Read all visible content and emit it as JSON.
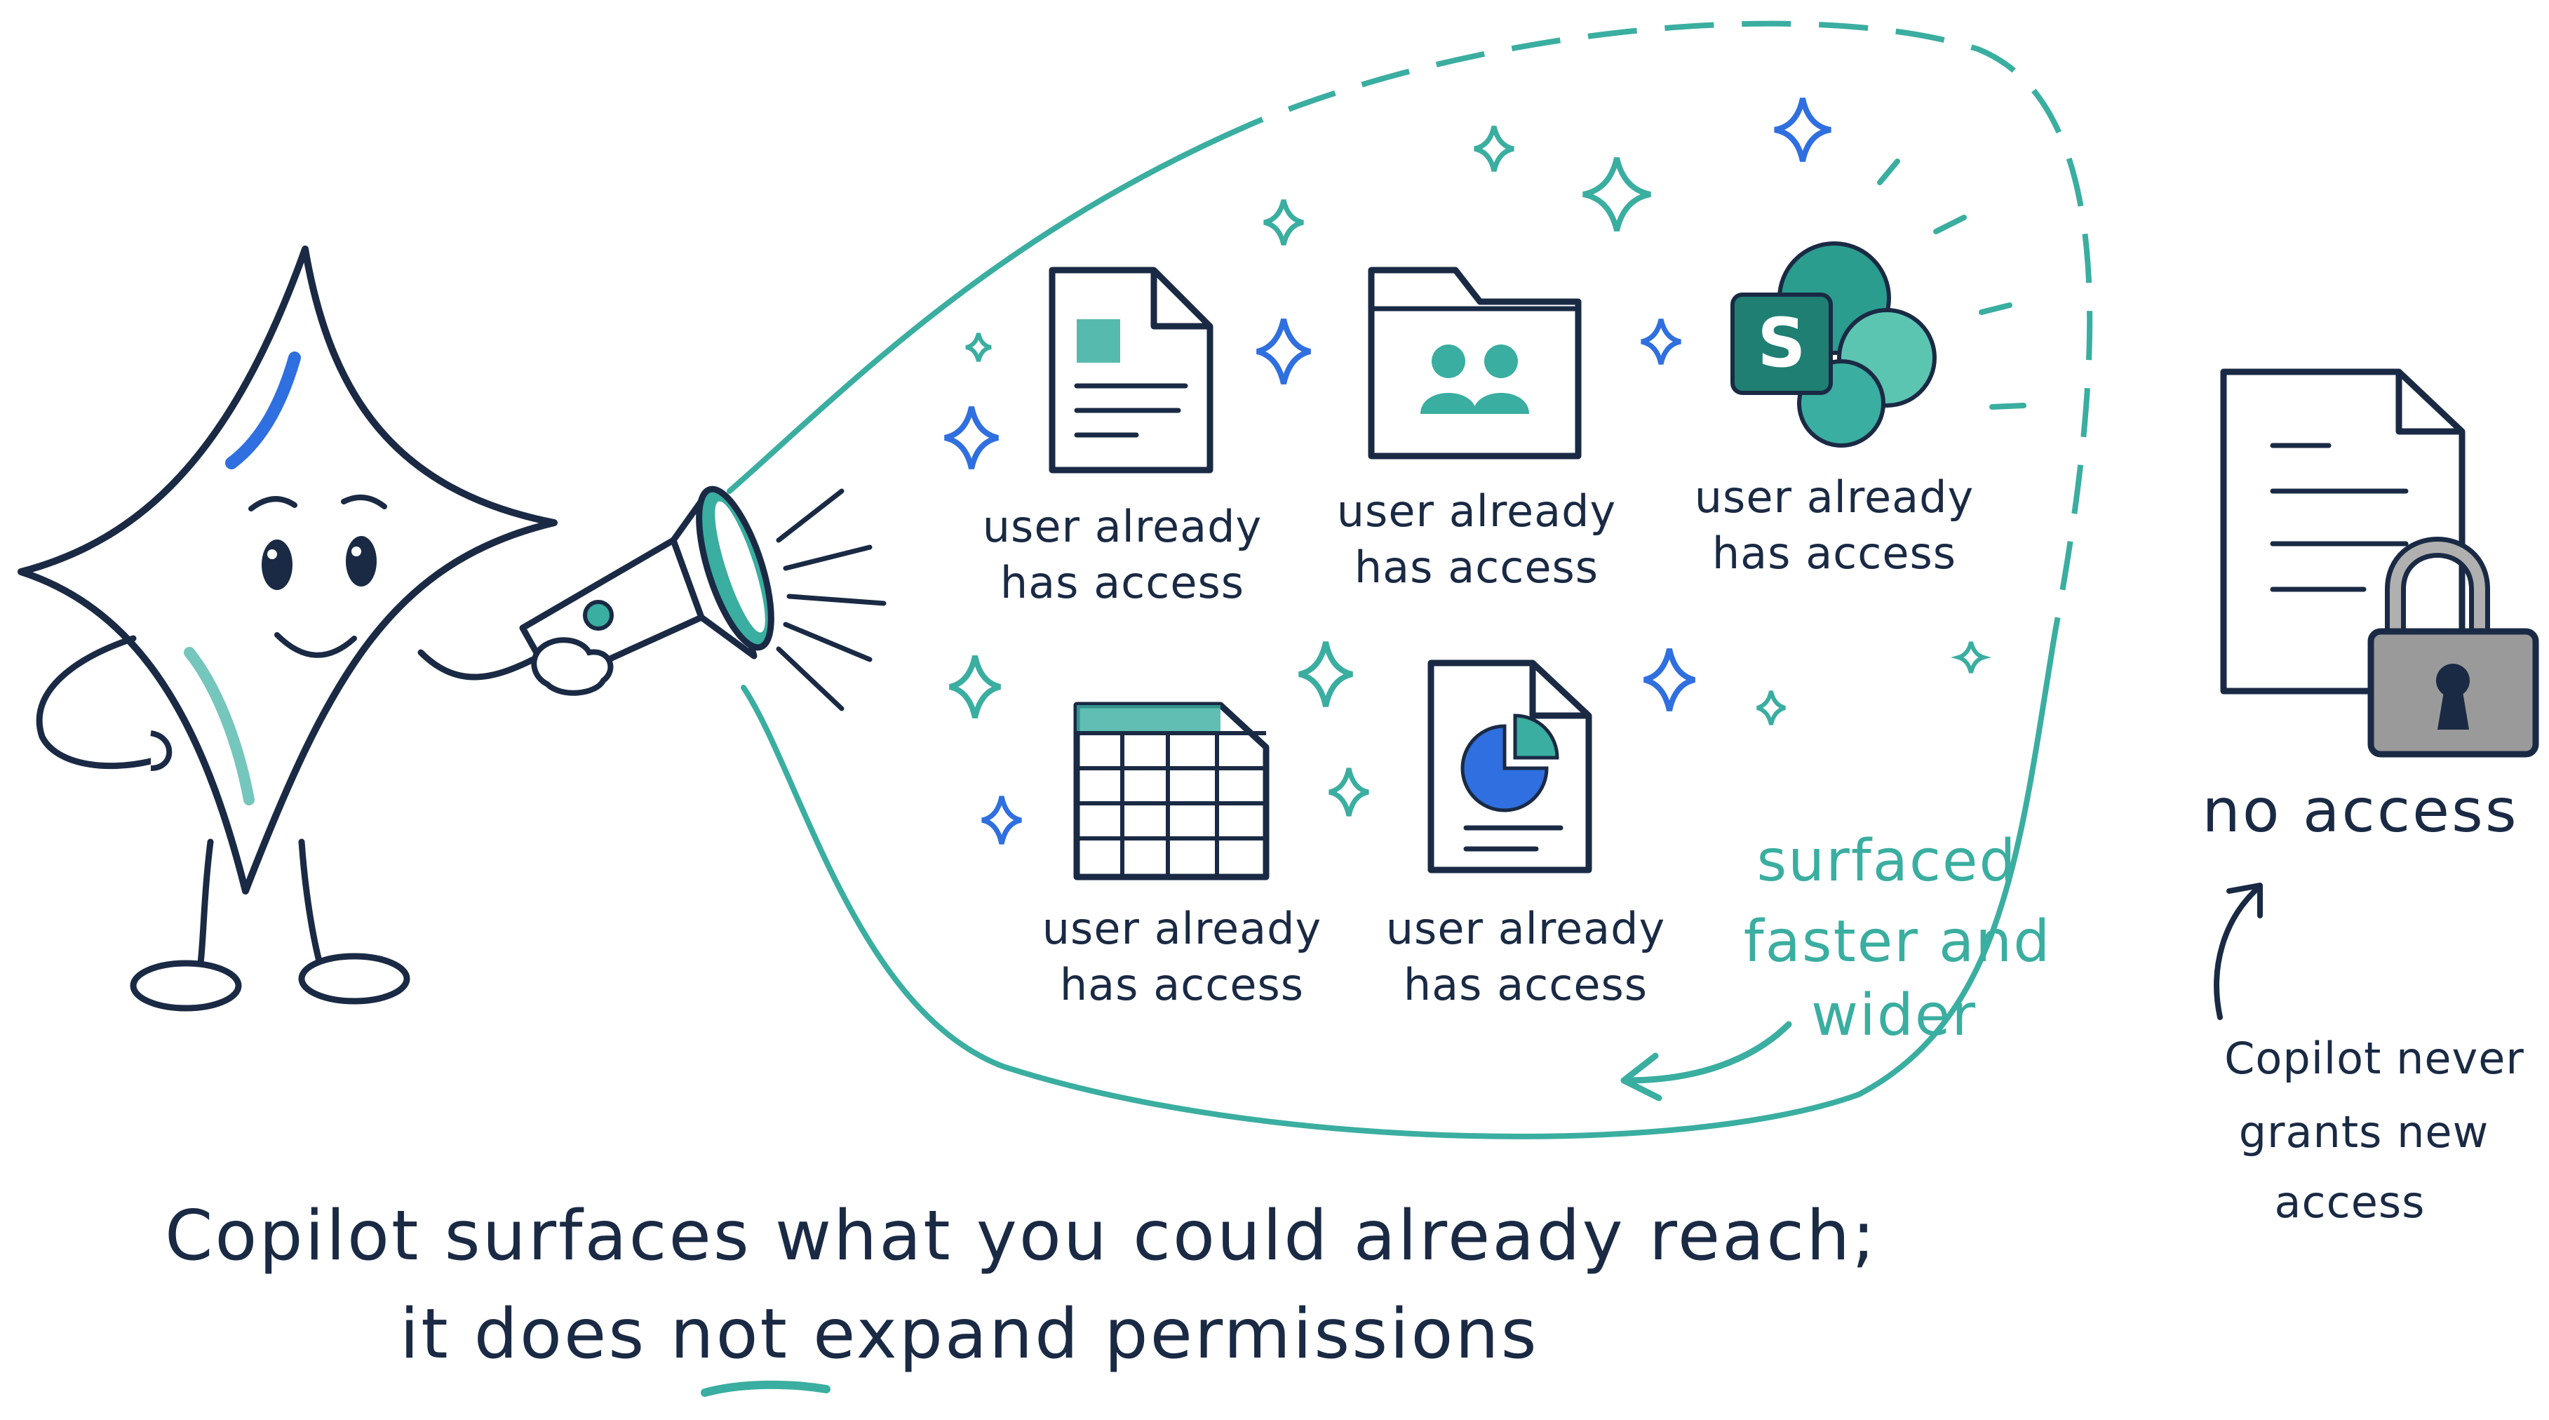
{
  "colors": {
    "ink": "#1a2a44",
    "teal": "#3aaea0",
    "blue": "#2f6fe0",
    "lock_gray": "#9a9a9a"
  },
  "resource_items": [
    {
      "icon": "document-icon",
      "line1": "user already",
      "line2": "has access"
    },
    {
      "icon": "shared-folder-icon",
      "line1": "user already",
      "line2": "has access"
    },
    {
      "icon": "sharepoint-icon",
      "line1": "user already",
      "line2": "has access"
    },
    {
      "icon": "spreadsheet-icon",
      "line1": "user already",
      "line2": "has access"
    },
    {
      "icon": "report-chart-icon",
      "line1": "user already",
      "line2": "has access"
    }
  ],
  "sharepoint_letter": "S",
  "surfaced_note": {
    "line1": "surfaced",
    "line2": "faster and",
    "line3": "wider"
  },
  "no_access": {
    "icon": "locked-document-icon",
    "label": "no access"
  },
  "never_grants": {
    "line1": "Copilot never",
    "line2": "grants new",
    "line3": "access"
  },
  "caption": {
    "line1": "Copilot surfaces what you could already reach;",
    "line2_before": "it does ",
    "line2_emphasis": "not",
    "line2_after": " expand permissions"
  },
  "mascot": {
    "icon": "copilot-star-mascot-icon",
    "tool": "flashlight-icon"
  }
}
